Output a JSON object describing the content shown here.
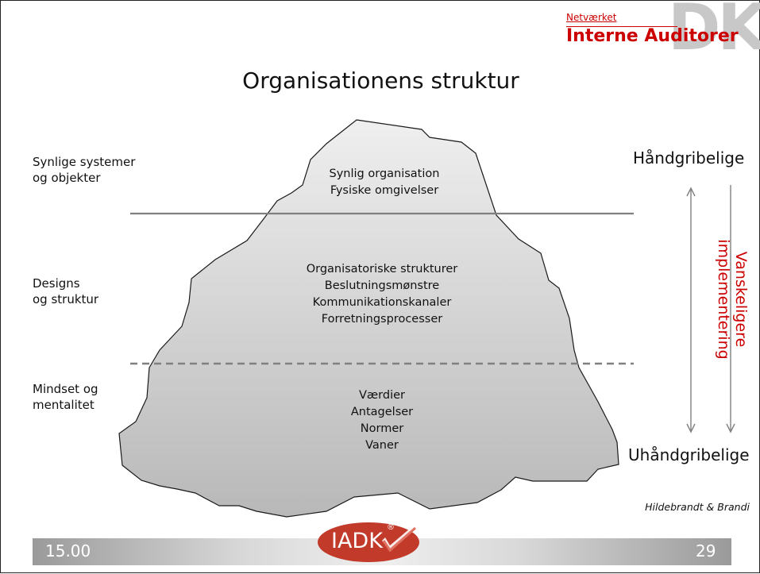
{
  "logo": {
    "small_text": "Netværket",
    "main_text": "Interne Auditorer",
    "big_text": "DK"
  },
  "title": "Organisationens struktur",
  "left_labels": {
    "top": [
      "Synlige systemer",
      "og objekter"
    ],
    "middle": [
      "Designs",
      "og struktur"
    ],
    "bottom": [
      "Mindset og",
      "mentalitet"
    ]
  },
  "iceberg": {
    "top": [
      "Synlig organisation",
      "Fysiske omgivelser"
    ],
    "middle": [
      "Organisatoriske strukturer",
      "Beslutningsmønstre",
      "Kommunikationskanaler",
      "Forretningsprocesser"
    ],
    "bottom": [
      "Værdier",
      "Antagelser",
      "Normer",
      "Vaner"
    ]
  },
  "right": {
    "top": "Håndgribelige",
    "bottom": "Uhåndgribelige",
    "vertical_line1": "Vanskeligere",
    "vertical_line2": "implementering"
  },
  "attribution": "Hildebrandt & Brandi",
  "footer": {
    "time": "15.00",
    "page": "29",
    "brand": "IADK",
    "registered": "®"
  },
  "colors": {
    "accent_red": "#cc0000",
    "iceberg_fill": "#d6d6d6",
    "line_gray": "#808080"
  }
}
